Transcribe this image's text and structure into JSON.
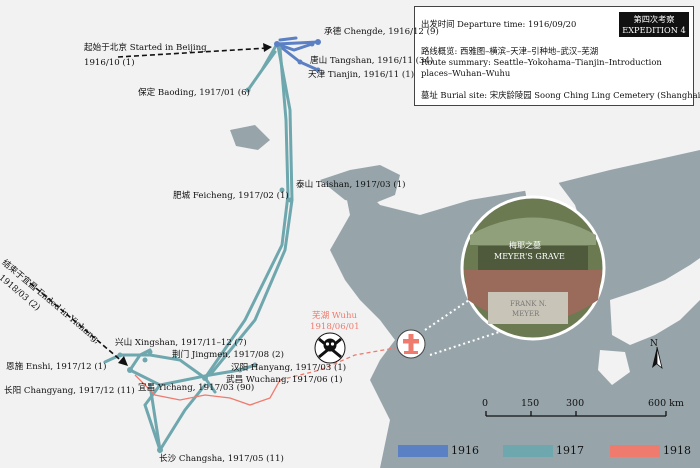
{
  "info_box": {
    "departure": "出发时间 Departure time: 1916/09/20",
    "route_cn": "路线概览: 西雅图–横滨–天津–引种地–武汉–芜湖",
    "route_en_1": "Route summary: Seattle–Yokohama–Tianjin–Introduction",
    "route_en_2": "places–Wuhan–Wuhu",
    "burial": "墓址 Burial site: 宋庆龄陵园 Soong Ching Ling Cemetery (Shanghai)",
    "badge_cn": "第四次考察",
    "badge_en": "EXPEDITION 4"
  },
  "places": {
    "chengde": "承德 Chengde, 1916/12 (9)",
    "beijing_start": "起始于北京 Started in Beijing",
    "beijing_date": "1916/10 (1)",
    "tangshan": "唐山 Tangshan, 1916/11 (34)",
    "tianjin": "天津 Tianjin, 1916/11 (1)",
    "baoding": "保定 Baoding, 1917/01 (6)",
    "feicheng": "肥城 Feicheng, 1917/02 (1)",
    "taishan": "泰山 Taishan, 1917/03 (1)",
    "ended_1": "结束于宜昌 Ended in Yichang,",
    "ended_2": "1918/03 (2)",
    "xingshan": "兴山 Xingshan, 1917/11–12 (7)",
    "jingmen": "荆门 Jingmen, 1917/08 (2)",
    "enshi": "恩施 Enshi, 1917/12 (1)",
    "hanyang": "汉阳 Hanyang, 1917/03 (1)",
    "wuchang": "武昌 Wuchang, 1917/06 (1)",
    "yichang": "宜昌 Yichang, 1917/03 (90)",
    "changyang": "长阳 Changyang, 1917/12 (11)",
    "changsha": "长沙 Changsha, 1917/05 (11)",
    "wuhu": "芜湖 Wuhu",
    "wuhu_date": "1918/06/01"
  },
  "grave": {
    "title_cn": "梅耶之墓",
    "title_en": "MEYER'S GRAVE",
    "plaque_1": "FRANK N.",
    "plaque_2": "MEYER"
  },
  "north": "N",
  "scale": {
    "ticks": [
      "0",
      "150",
      "300",
      "600 km"
    ],
    "values_km": [
      0,
      150,
      300,
      600
    ]
  },
  "legend": [
    {
      "year": "1916",
      "color": "#5b80c4"
    },
    {
      "year": "1917",
      "color": "#6fa7ae"
    },
    {
      "year": "1918",
      "color": "#ee7b6e"
    }
  ],
  "colors": {
    "land": "#f2f2f2",
    "sea": "#97a5ab",
    "route_1916": "#5b80c4",
    "route_1917": "#6fa7ae",
    "route_1918": "#ee7b6e"
  },
  "icons": [
    "skull-crossbones-icon",
    "grave-cross-icon",
    "north-arrow-icon"
  ]
}
